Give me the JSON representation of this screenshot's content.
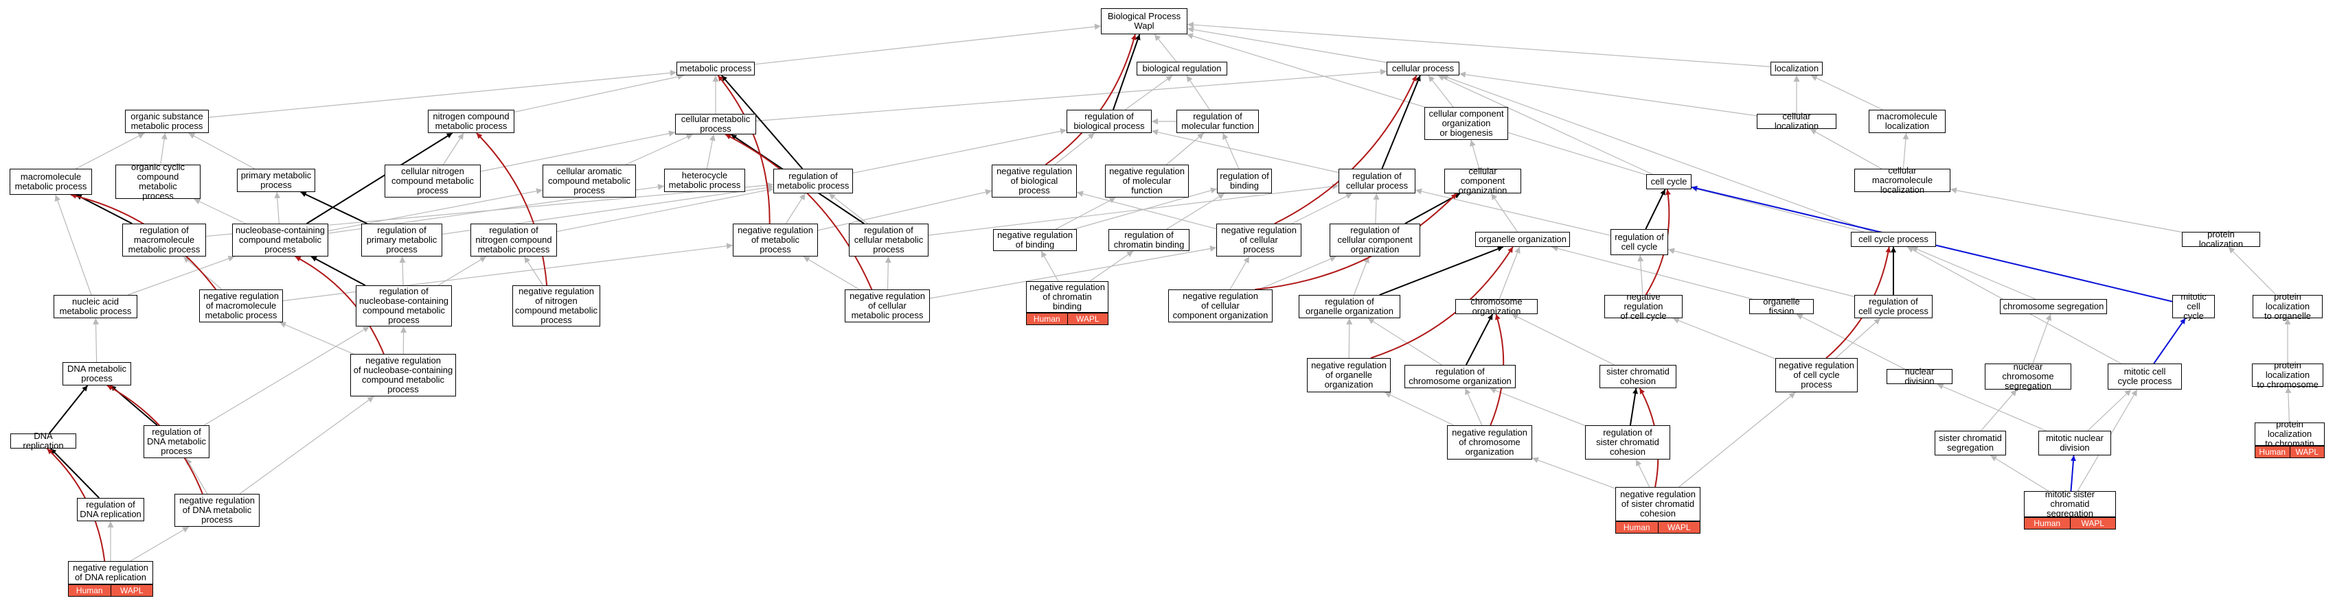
{
  "colors": {
    "gray_edge": "#b9b9b9",
    "black_edge": "#000000",
    "red_edge": "#b01818",
    "blue_edge": "#0b13d8",
    "tag_fill": "#ef5a43"
  },
  "nodes": [
    {
      "id": "bp",
      "label": "Biological Process\nWapl"
    },
    {
      "id": "mp",
      "label": "metabolic process"
    },
    {
      "id": "breg",
      "label": "biological regulation"
    },
    {
      "id": "cp",
      "label": "cellular process"
    },
    {
      "id": "loc",
      "label": "localization"
    },
    {
      "id": "osmp",
      "label": "organic substance\nmetabolic process"
    },
    {
      "id": "ncmp",
      "label": "nitrogen compound\nmetabolic process"
    },
    {
      "id": "cmp",
      "label": "cellular metabolic\nprocess"
    },
    {
      "id": "rbp",
      "label": "regulation of\nbiological process"
    },
    {
      "id": "rmf",
      "label": "regulation of\nmolecular function"
    },
    {
      "id": "ccob",
      "label": "cellular component\norganization\nor biogenesis"
    },
    {
      "id": "cloc",
      "label": "cellular localization"
    },
    {
      "id": "mloc",
      "label": "macromolecule\nlocalization"
    },
    {
      "id": "mmp",
      "label": "macromolecule\nmetabolic process"
    },
    {
      "id": "occmp",
      "label": "organic cyclic\ncompound metabolic\nprocess"
    },
    {
      "id": "pmp",
      "label": "primary metabolic\nprocess"
    },
    {
      "id": "cncmp",
      "label": "cellular nitrogen\ncompound metabolic\nprocess"
    },
    {
      "id": "cacmp",
      "label": "cellular aromatic\ncompound metabolic\nprocess"
    },
    {
      "id": "hmp",
      "label": "heterocycle\nmetabolic process"
    },
    {
      "id": "rmetp",
      "label": "regulation of\nmetabolic process"
    },
    {
      "id": "nrbp",
      "label": "negative regulation\nof biological\nprocess"
    },
    {
      "id": "nrmf",
      "label": "negative regulation\nof molecular\nfunction"
    },
    {
      "id": "rbind",
      "label": "regulation of\nbinding"
    },
    {
      "id": "rcp",
      "label": "regulation of\ncellular process"
    },
    {
      "id": "cco",
      "label": "cellular component\norganization"
    },
    {
      "id": "cc",
      "label": "cell cycle"
    },
    {
      "id": "cmloc",
      "label": "cellular macromolecule\nlocalization"
    },
    {
      "id": "rmmp",
      "label": "regulation of\nmacromolecule\nmetabolic process"
    },
    {
      "id": "nbcmp",
      "label": "nucleobase-containing\ncompound metabolic\nprocess"
    },
    {
      "id": "rpmp",
      "label": "regulation of\nprimary metabolic\nprocess"
    },
    {
      "id": "rncmp",
      "label": "regulation of\nnitrogen compound\nmetabolic process"
    },
    {
      "id": "nrmetp",
      "label": "negative regulation\nof metabolic\nprocess"
    },
    {
      "id": "rcmp",
      "label": "regulation of\ncellular metabolic\nprocess"
    },
    {
      "id": "nrbind",
      "label": "negative regulation\nof binding"
    },
    {
      "id": "rchrbind",
      "label": "regulation of\nchromatin binding"
    },
    {
      "id": "nrcp",
      "label": "negative regulation\nof cellular\nprocess"
    },
    {
      "id": "rcco",
      "label": "regulation of\ncellular component\norganization"
    },
    {
      "id": "oo",
      "label": "organelle organization"
    },
    {
      "id": "rcc",
      "label": "regulation of\ncell cycle"
    },
    {
      "id": "ccp",
      "label": "cell cycle process"
    },
    {
      "id": "ploc",
      "label": "protein localization"
    },
    {
      "id": "namp",
      "label": "nucleic acid\nmetabolic process"
    },
    {
      "id": "nrmmp",
      "label": "negative regulation\nof macromolecule\nmetabolic process"
    },
    {
      "id": "rnbcmp",
      "label": "regulation of\nnucleobase-containing\ncompound metabolic\nprocess"
    },
    {
      "id": "nrncmp",
      "label": "negative regulation\nof nitrogen\ncompound metabolic\nprocess"
    },
    {
      "id": "nrcmp",
      "label": "negative regulation\nof cellular\nmetabolic process"
    },
    {
      "id": "nrchrbind",
      "label": "negative regulation\nof chromatin\nbinding"
    },
    {
      "id": "nrcco",
      "label": "negative regulation\nof cellular\ncomponent organization"
    },
    {
      "id": "roo",
      "label": "regulation of\norganelle organization"
    },
    {
      "id": "chro",
      "label": "chromosome organization"
    },
    {
      "id": "nrcc",
      "label": "negative regulation\nof cell cycle"
    },
    {
      "id": "ofis",
      "label": "organelle fission"
    },
    {
      "id": "rccp",
      "label": "regulation of\ncell cycle process"
    },
    {
      "id": "chseg",
      "label": "chromosome segregation"
    },
    {
      "id": "mcc",
      "label": "mitotic cell\ncycle"
    },
    {
      "id": "plorg",
      "label": "protein localization\nto organelle"
    },
    {
      "id": "dnamp",
      "label": "DNA metabolic\nprocess"
    },
    {
      "id": "nrnbcmp",
      "label": "negative regulation\nof nucleobase-containing\ncompound metabolic\nprocess"
    },
    {
      "id": "nroo",
      "label": "negative regulation\nof organelle\norganization"
    },
    {
      "id": "rchro",
      "label": "regulation of\nchromosome organization"
    },
    {
      "id": "sccoh",
      "label": "sister chromatid\ncohesion"
    },
    {
      "id": "nrccp",
      "label": "negative regulation\nof cell cycle\nprocess"
    },
    {
      "id": "nchseg",
      "label": "nuclear chromosome\nsegregation"
    },
    {
      "id": "ndiv",
      "label": "nuclear division"
    },
    {
      "id": "mccp",
      "label": "mitotic cell\ncycle process"
    },
    {
      "id": "plchrm",
      "label": "protein localization\nto chromosome"
    },
    {
      "id": "dnarep",
      "label": "DNA replication"
    },
    {
      "id": "rdnamp",
      "label": "regulation of\nDNA metabolic\nprocess"
    },
    {
      "id": "nrchro",
      "label": "negative regulation\nof chromosome\norganization"
    },
    {
      "id": "rscc",
      "label": "regulation of\nsister chromatid\ncohesion"
    },
    {
      "id": "scseg",
      "label": "sister chromatid\nsegregation"
    },
    {
      "id": "mnd",
      "label": "mitotic nuclear\ndivision"
    },
    {
      "id": "plchrt",
      "label": "protein localization\nto chromatin"
    },
    {
      "id": "rdnarep",
      "label": "regulation of\nDNA replication"
    },
    {
      "id": "nrdnamp",
      "label": "negative regulation\nof DNA metabolic\nprocess"
    },
    {
      "id": "nrscc",
      "label": "negative regulation\nof sister chromatid\ncohesion"
    },
    {
      "id": "mscs",
      "label": "mitotic sister\nchromatid segregation"
    },
    {
      "id": "nrdnarep",
      "label": "negative regulation\nof DNA replication"
    }
  ],
  "annotations": [
    {
      "node": "nrchrbind",
      "left": "Human",
      "right": "WAPL"
    },
    {
      "node": "nrscc",
      "left": "Human",
      "right": "WAPL"
    },
    {
      "node": "mscs",
      "left": "Human",
      "right": "WAPL"
    },
    {
      "node": "plchrt",
      "left": "Human",
      "right": "WAPL"
    },
    {
      "node": "nrdnarep",
      "left": "Human",
      "right": "WAPL"
    }
  ],
  "edges": [
    {
      "from": "mp",
      "to": "bp",
      "kind": "gray"
    },
    {
      "from": "breg",
      "to": "bp",
      "kind": "gray"
    },
    {
      "from": "cp",
      "to": "bp",
      "kind": "gray"
    },
    {
      "from": "loc",
      "to": "bp",
      "kind": "gray"
    },
    {
      "from": "rbp",
      "to": "bp",
      "kind": "black"
    },
    {
      "from": "nrbp",
      "to": "bp",
      "kind": "red"
    },
    {
      "from": "cc",
      "to": "bp",
      "kind": "gray"
    },
    {
      "from": "osmp",
      "to": "mp",
      "kind": "gray"
    },
    {
      "from": "ncmp",
      "to": "mp",
      "kind": "gray"
    },
    {
      "from": "cmp",
      "to": "mp",
      "kind": "gray"
    },
    {
      "from": "rmetp",
      "to": "mp",
      "kind": "black"
    },
    {
      "from": "nrmetp",
      "to": "mp",
      "kind": "red"
    },
    {
      "from": "rbp",
      "to": "breg",
      "kind": "gray"
    },
    {
      "from": "rmf",
      "to": "breg",
      "kind": "gray"
    },
    {
      "from": "cmp",
      "to": "cp",
      "kind": "gray"
    },
    {
      "from": "ccob",
      "to": "cp",
      "kind": "gray"
    },
    {
      "from": "rcp",
      "to": "cp",
      "kind": "black"
    },
    {
      "from": "nrcp",
      "to": "cp",
      "kind": "red"
    },
    {
      "from": "cc",
      "to": "cp",
      "kind": "gray"
    },
    {
      "from": "cloc",
      "to": "cp",
      "kind": "gray"
    },
    {
      "from": "ccp",
      "to": "cp",
      "kind": "gray"
    },
    {
      "from": "cloc",
      "to": "loc",
      "kind": "gray"
    },
    {
      "from": "mloc",
      "to": "loc",
      "kind": "gray"
    },
    {
      "from": "mmp",
      "to": "osmp",
      "kind": "gray"
    },
    {
      "from": "occmp",
      "to": "osmp",
      "kind": "gray"
    },
    {
      "from": "pmp",
      "to": "osmp",
      "kind": "gray"
    },
    {
      "from": "cncmp",
      "to": "ncmp",
      "kind": "gray"
    },
    {
      "from": "nbcmp",
      "to": "ncmp",
      "kind": "black"
    },
    {
      "from": "nrncmp",
      "to": "ncmp",
      "kind": "red"
    },
    {
      "from": "cncmp",
      "to": "cmp",
      "kind": "gray"
    },
    {
      "from": "cacmp",
      "to": "cmp",
      "kind": "gray"
    },
    {
      "from": "hmp",
      "to": "cmp",
      "kind": "gray"
    },
    {
      "from": "rcmp",
      "to": "cmp",
      "kind": "black"
    },
    {
      "from": "nrcmp",
      "to": "cmp",
      "kind": "red"
    },
    {
      "from": "rmetp",
      "to": "rbp",
      "kind": "gray"
    },
    {
      "from": "rmf",
      "to": "rbp",
      "kind": "gray"
    },
    {
      "from": "rcp",
      "to": "rbp",
      "kind": "gray"
    },
    {
      "from": "nrbp",
      "to": "rbp",
      "kind": "gray"
    },
    {
      "from": "nrmf",
      "to": "rmf",
      "kind": "gray"
    },
    {
      "from": "rbind",
      "to": "rmf",
      "kind": "gray"
    },
    {
      "from": "cco",
      "to": "ccob",
      "kind": "gray"
    },
    {
      "from": "cmloc",
      "to": "cloc",
      "kind": "gray"
    },
    {
      "from": "cmloc",
      "to": "mloc",
      "kind": "gray"
    },
    {
      "from": "ploc",
      "to": "cmloc",
      "kind": "gray"
    },
    {
      "from": "rmmp",
      "to": "mmp",
      "kind": "black"
    },
    {
      "from": "nrmmp",
      "to": "mmp",
      "kind": "red"
    },
    {
      "from": "namp",
      "to": "mmp",
      "kind": "gray"
    },
    {
      "from": "nbcmp",
      "to": "occmp",
      "kind": "gray"
    },
    {
      "from": "nbcmp",
      "to": "pmp",
      "kind": "gray"
    },
    {
      "from": "nbcmp",
      "to": "cacmp",
      "kind": "gray"
    },
    {
      "from": "nbcmp",
      "to": "hmp",
      "kind": "gray"
    },
    {
      "from": "rpmp",
      "to": "pmp",
      "kind": "black"
    },
    {
      "from": "rmmp",
      "to": "rmetp",
      "kind": "gray"
    },
    {
      "from": "rpmp",
      "to": "rmetp",
      "kind": "gray"
    },
    {
      "from": "rncmp",
      "to": "rmetp",
      "kind": "gray"
    },
    {
      "from": "nrmetp",
      "to": "rmetp",
      "kind": "gray"
    },
    {
      "from": "rcmp",
      "to": "rmetp",
      "kind": "gray"
    },
    {
      "from": "nrmetp",
      "to": "nrbp",
      "kind": "gray"
    },
    {
      "from": "nrcp",
      "to": "nrbp",
      "kind": "gray"
    },
    {
      "from": "nrbind",
      "to": "nrmf",
      "kind": "gray"
    },
    {
      "from": "nrbind",
      "to": "rbind",
      "kind": "gray"
    },
    {
      "from": "rchrbind",
      "to": "rbind",
      "kind": "gray"
    },
    {
      "from": "rcmp",
      "to": "rcp",
      "kind": "gray"
    },
    {
      "from": "nrcp",
      "to": "rcp",
      "kind": "gray"
    },
    {
      "from": "rcco",
      "to": "rcp",
      "kind": "gray"
    },
    {
      "from": "rcc",
      "to": "rcp",
      "kind": "gray"
    },
    {
      "from": "oo",
      "to": "cco",
      "kind": "gray"
    },
    {
      "from": "rcco",
      "to": "cco",
      "kind": "black"
    },
    {
      "from": "nrcco",
      "to": "cco",
      "kind": "red"
    },
    {
      "from": "rcc",
      "to": "cc",
      "kind": "black"
    },
    {
      "from": "nrcc",
      "to": "cc",
      "kind": "red"
    },
    {
      "from": "ccp",
      "to": "cc",
      "kind": "gray"
    },
    {
      "from": "mcc",
      "to": "cc",
      "kind": "blue"
    },
    {
      "from": "rccp",
      "to": "ccp",
      "kind": "black"
    },
    {
      "from": "nrccp",
      "to": "ccp",
      "kind": "red"
    },
    {
      "from": "chseg",
      "to": "ccp",
      "kind": "gray"
    },
    {
      "from": "mccp",
      "to": "ccp",
      "kind": "gray"
    },
    {
      "from": "plorg",
      "to": "ploc",
      "kind": "gray"
    },
    {
      "from": "dnamp",
      "to": "namp",
      "kind": "gray"
    },
    {
      "from": "namp",
      "to": "nbcmp",
      "kind": "gray"
    },
    {
      "from": "nrmmp",
      "to": "rmmp",
      "kind": "gray"
    },
    {
      "from": "rnbcmp",
      "to": "nbcmp",
      "kind": "black"
    },
    {
      "from": "nrnbcmp",
      "to": "nbcmp",
      "kind": "red"
    },
    {
      "from": "rnbcmp",
      "to": "rpmp",
      "kind": "gray"
    },
    {
      "from": "rnbcmp",
      "to": "rncmp",
      "kind": "gray"
    },
    {
      "from": "nrncmp",
      "to": "rncmp",
      "kind": "gray"
    },
    {
      "from": "nrmmp",
      "to": "nrmetp",
      "kind": "gray"
    },
    {
      "from": "nrcmp",
      "to": "nrmetp",
      "kind": "gray"
    },
    {
      "from": "nrcmp",
      "to": "rcmp",
      "kind": "gray"
    },
    {
      "from": "nrcmp",
      "to": "nrcp",
      "kind": "gray"
    },
    {
      "from": "nrcco",
      "to": "nrcp",
      "kind": "gray"
    },
    {
      "from": "nrchrbind",
      "to": "nrbind",
      "kind": "gray"
    },
    {
      "from": "nrchrbind",
      "to": "rchrbind",
      "kind": "gray"
    },
    {
      "from": "nrcco",
      "to": "rcco",
      "kind": "gray"
    },
    {
      "from": "roo",
      "to": "rcco",
      "kind": "gray"
    },
    {
      "from": "chro",
      "to": "oo",
      "kind": "gray"
    },
    {
      "from": "ofis",
      "to": "oo",
      "kind": "gray"
    },
    {
      "from": "roo",
      "to": "oo",
      "kind": "black"
    },
    {
      "from": "nroo",
      "to": "oo",
      "kind": "red"
    },
    {
      "from": "nrcc",
      "to": "rcc",
      "kind": "gray"
    },
    {
      "from": "rccp",
      "to": "rcc",
      "kind": "gray"
    },
    {
      "from": "nchseg",
      "to": "chseg",
      "kind": "gray"
    },
    {
      "from": "mccp",
      "to": "mcc",
      "kind": "blue"
    },
    {
      "from": "plchrm",
      "to": "plorg",
      "kind": "gray"
    },
    {
      "from": "dnarep",
      "to": "dnamp",
      "kind": "black"
    },
    {
      "from": "rdnamp",
      "to": "dnamp",
      "kind": "black"
    },
    {
      "from": "nrdnamp",
      "to": "dnamp",
      "kind": "red"
    },
    {
      "from": "nrnbcmp",
      "to": "rnbcmp",
      "kind": "gray"
    },
    {
      "from": "nrnbcmp",
      "to": "nrmmp",
      "kind": "gray"
    },
    {
      "from": "rdnamp",
      "to": "rnbcmp",
      "kind": "gray"
    },
    {
      "from": "nroo",
      "to": "roo",
      "kind": "gray"
    },
    {
      "from": "rchro",
      "to": "roo",
      "kind": "gray"
    },
    {
      "from": "rchro",
      "to": "chro",
      "kind": "black"
    },
    {
      "from": "nrchro",
      "to": "chro",
      "kind": "red"
    },
    {
      "from": "sccoh",
      "to": "chro",
      "kind": "gray"
    },
    {
      "from": "nrccp",
      "to": "rccp",
      "kind": "gray"
    },
    {
      "from": "nrccp",
      "to": "nrcc",
      "kind": "gray"
    },
    {
      "from": "ndiv",
      "to": "ofis",
      "kind": "gray"
    },
    {
      "from": "scseg",
      "to": "nchseg",
      "kind": "gray"
    },
    {
      "from": "mnd",
      "to": "ndiv",
      "kind": "gray"
    },
    {
      "from": "mnd",
      "to": "mccp",
      "kind": "gray"
    },
    {
      "from": "plchrt",
      "to": "plchrm",
      "kind": "gray"
    },
    {
      "from": "rdnarep",
      "to": "dnarep",
      "kind": "black"
    },
    {
      "from": "nrdnarep",
      "to": "dnarep",
      "kind": "red"
    },
    {
      "from": "nrdnamp",
      "to": "rdnamp",
      "kind": "gray"
    },
    {
      "from": "nrdnamp",
      "to": "nrnbcmp",
      "kind": "gray"
    },
    {
      "from": "nrchro",
      "to": "rchro",
      "kind": "gray"
    },
    {
      "from": "nrchro",
      "to": "nroo",
      "kind": "gray"
    },
    {
      "from": "rscc",
      "to": "sccoh",
      "kind": "black"
    },
    {
      "from": "nrscc",
      "to": "sccoh",
      "kind": "red"
    },
    {
      "from": "rscc",
      "to": "rchro",
      "kind": "gray"
    },
    {
      "from": "mscs",
      "to": "scseg",
      "kind": "gray"
    },
    {
      "from": "mscs",
      "to": "mnd",
      "kind": "blue"
    },
    {
      "from": "mscs",
      "to": "mccp",
      "kind": "gray"
    },
    {
      "from": "nrdnarep",
      "to": "rdnarep",
      "kind": "gray"
    },
    {
      "from": "nrdnarep",
      "to": "nrdnamp",
      "kind": "gray"
    },
    {
      "from": "nrscc",
      "to": "rscc",
      "kind": "gray"
    },
    {
      "from": "nrscc",
      "to": "nrchro",
      "kind": "gray"
    },
    {
      "from": "nrscc",
      "to": "nrccp",
      "kind": "gray"
    }
  ]
}
